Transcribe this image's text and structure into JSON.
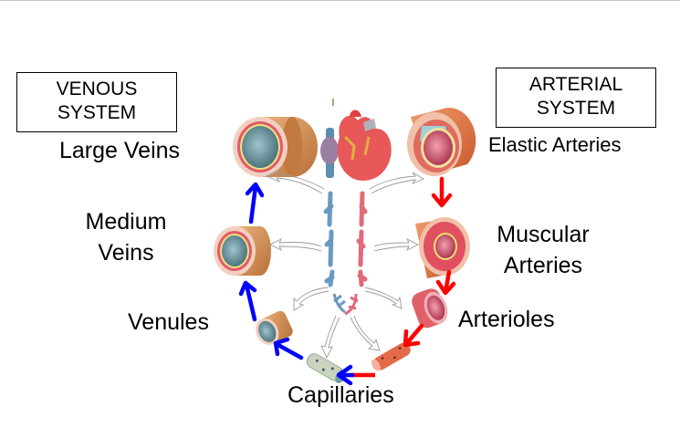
{
  "title_boxes": {
    "venous": {
      "line1": "VENOUS",
      "line2": "SYSTEM"
    },
    "arterial": {
      "line1": "ARTERIAL",
      "line2": "SYSTEM"
    }
  },
  "venous_labels": {
    "large_veins": "Large Veins",
    "medium_veins_line1": "Medium",
    "medium_veins_line2": "Veins",
    "venules": "Venules"
  },
  "arterial_labels": {
    "elastic_arteries": "Elastic Arteries",
    "muscular_arteries_line1": "Muscular",
    "muscular_arteries_line2": "Arteries",
    "arterioles": "Arterioles"
  },
  "capillaries_label": "Capillaries",
  "colors": {
    "venous_arrow": "#0000ff",
    "arterial_arrow": "#ff0000",
    "vein_lumen": "#5f8d96",
    "artery_lumen": "#c8405c",
    "vessel_wall": "#d98a48"
  },
  "flow_sequence": [
    "Elastic Arteries",
    "Muscular Arteries",
    "Arterioles",
    "Capillaries",
    "Venules",
    "Medium Veins",
    "Large Veins"
  ]
}
